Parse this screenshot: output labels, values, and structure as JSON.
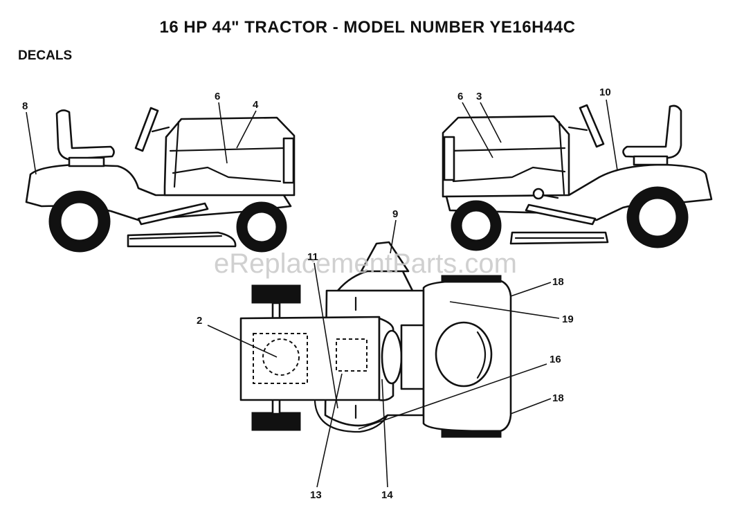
{
  "title": "16 HP 44\"  TRACTOR - MODEL NUMBER YE16H44C",
  "section": "DECALS",
  "watermark": "eReplacementParts.com",
  "callouts": {
    "c8": "8",
    "c6a": "6",
    "c4": "4",
    "c6b": "6",
    "c3": "3",
    "c10": "10",
    "c9": "9",
    "c11": "11",
    "c18a": "18",
    "c2": "2",
    "c19": "19",
    "c16": "16",
    "c18b": "18",
    "c13": "13",
    "c14": "14"
  }
}
